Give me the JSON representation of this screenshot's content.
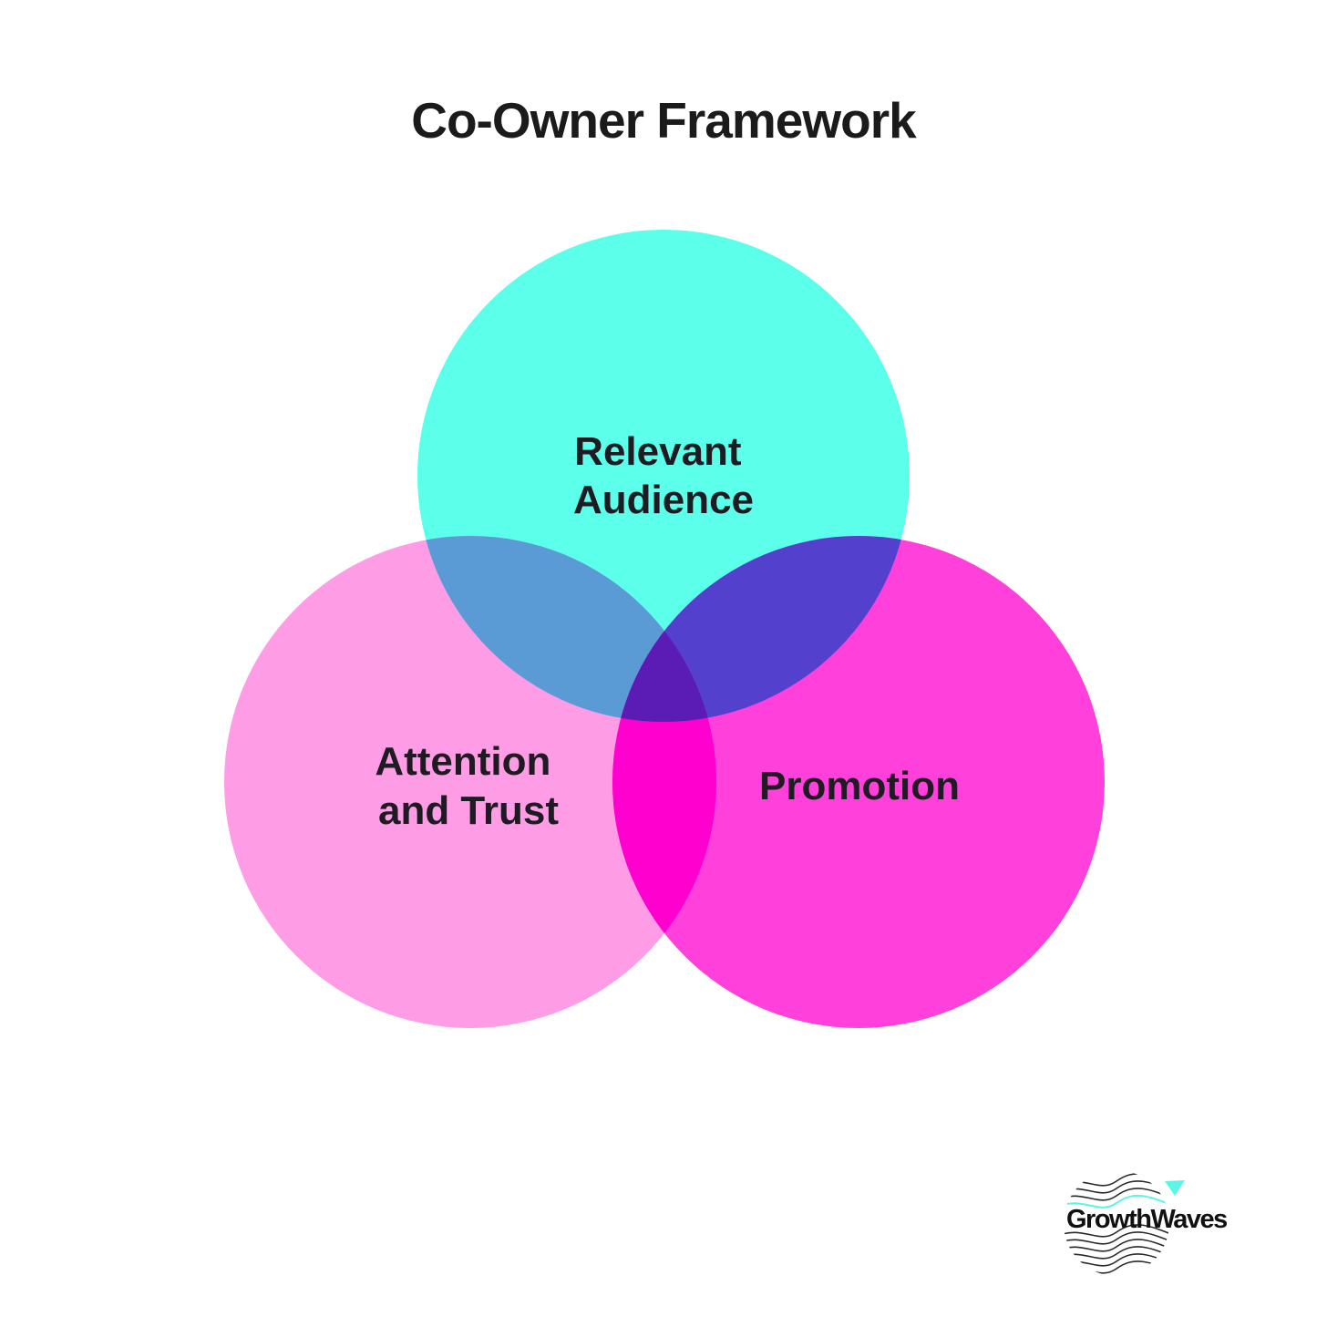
{
  "title": "Co-Owner Framework",
  "circles": [
    {
      "id": "relevant-audience",
      "label_lines": [
        "Relevant",
        "Audience"
      ],
      "color": "#00FFE0"
    },
    {
      "id": "attention-trust",
      "label_lines": [
        "Attention",
        "and Trust"
      ],
      "color": "#FF73DA"
    },
    {
      "id": "promotion",
      "label_lines": [
        "Promotion"
      ],
      "color": "#FF00CF"
    }
  ],
  "overlap_colors": {
    "audience_trust": "#5A9BD5",
    "audience_promotion": "#5340CC",
    "trust_promotion": "#FF00CF",
    "center": "#5A1CB5"
  },
  "logo": {
    "text": "GrowthWaves",
    "accent": "#5CF5E6"
  }
}
